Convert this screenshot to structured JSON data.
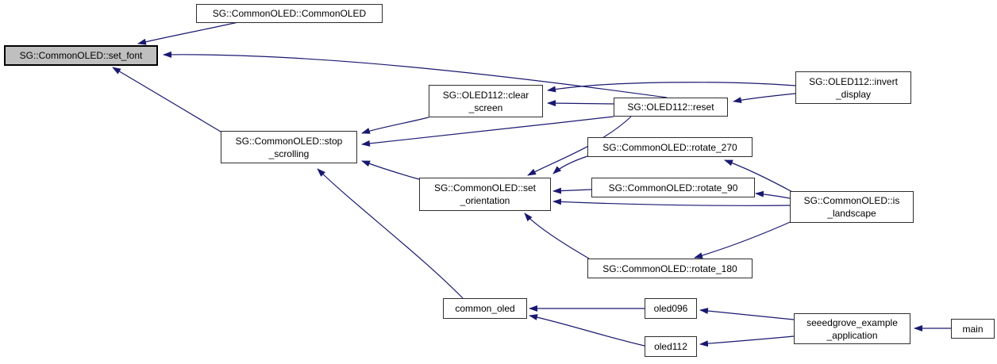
{
  "diagram": {
    "type": "caller-graph",
    "edge_color": "#191970",
    "node_fill": "#ffffff",
    "node_border": "#2e2e2e",
    "highlight_fill": "#bfbfbf",
    "nodes": [
      {
        "id": "set_font",
        "label": "SG::CommonOLED::set_font",
        "lines": [
          "SG::CommonOLED::set_font"
        ],
        "highlighted": true
      },
      {
        "id": "common_oled_ctor",
        "label": "SG::CommonOLED::CommonOLED",
        "lines": [
          "SG::CommonOLED::CommonOLED"
        ]
      },
      {
        "id": "clear_screen",
        "label": "SG::OLED112::clear_screen",
        "lines": [
          "SG::OLED112::clear",
          "_screen"
        ]
      },
      {
        "id": "reset",
        "label": "SG::OLED112::reset",
        "lines": [
          "SG::OLED112::reset"
        ]
      },
      {
        "id": "invert_display",
        "label": "SG::OLED112::invert_display",
        "lines": [
          "SG::OLED112::invert",
          "_display"
        ]
      },
      {
        "id": "stop_scrolling",
        "label": "SG::CommonOLED::stop_scrolling",
        "lines": [
          "SG::CommonOLED::stop",
          "_scrolling"
        ]
      },
      {
        "id": "set_orientation",
        "label": "SG::CommonOLED::set_orientation",
        "lines": [
          "SG::CommonOLED::set",
          "_orientation"
        ]
      },
      {
        "id": "rotate_270",
        "label": "SG::CommonOLED::rotate_270",
        "lines": [
          "SG::CommonOLED::rotate_270"
        ]
      },
      {
        "id": "rotate_90",
        "label": "SG::CommonOLED::rotate_90",
        "lines": [
          "SG::CommonOLED::rotate_90"
        ]
      },
      {
        "id": "is_landscape",
        "label": "SG::CommonOLED::is_landscape",
        "lines": [
          "SG::CommonOLED::is",
          "_landscape"
        ]
      },
      {
        "id": "rotate_180",
        "label": "SG::CommonOLED::rotate_180",
        "lines": [
          "SG::CommonOLED::rotate_180"
        ]
      },
      {
        "id": "common_oled",
        "label": "common_oled",
        "lines": [
          "common_oled"
        ]
      },
      {
        "id": "oled096",
        "label": "oled096",
        "lines": [
          "oled096"
        ]
      },
      {
        "id": "oled112",
        "label": "oled112",
        "lines": [
          "oled112"
        ]
      },
      {
        "id": "seeedgrove_example_application",
        "label": "seeedgrove_example_application",
        "lines": [
          "seeedgrove_example",
          "_application"
        ]
      },
      {
        "id": "main",
        "label": "main",
        "lines": [
          "main"
        ]
      }
    ],
    "edges": [
      {
        "from": "common_oled_ctor",
        "to": "set_font"
      },
      {
        "from": "reset",
        "to": "set_font"
      },
      {
        "from": "stop_scrolling",
        "to": "set_font"
      },
      {
        "from": "invert_display",
        "to": "clear_screen"
      },
      {
        "from": "reset",
        "to": "clear_screen"
      },
      {
        "from": "invert_display",
        "to": "reset"
      },
      {
        "from": "clear_screen",
        "to": "stop_scrolling"
      },
      {
        "from": "reset",
        "to": "stop_scrolling"
      },
      {
        "from": "set_orientation",
        "to": "stop_scrolling"
      },
      {
        "from": "common_oled",
        "to": "stop_scrolling"
      },
      {
        "from": "reset",
        "to": "set_orientation"
      },
      {
        "from": "rotate_270",
        "to": "set_orientation"
      },
      {
        "from": "rotate_90",
        "to": "set_orientation"
      },
      {
        "from": "rotate_180",
        "to": "set_orientation"
      },
      {
        "from": "is_landscape",
        "to": "set_orientation"
      },
      {
        "from": "is_landscape",
        "to": "rotate_270"
      },
      {
        "from": "is_landscape",
        "to": "rotate_90"
      },
      {
        "from": "is_landscape",
        "to": "rotate_180"
      },
      {
        "from": "oled096",
        "to": "common_oled"
      },
      {
        "from": "oled112",
        "to": "common_oled"
      },
      {
        "from": "seeedgrove_example_application",
        "to": "oled096"
      },
      {
        "from": "seeedgrove_example_application",
        "to": "oled112"
      },
      {
        "from": "main",
        "to": "seeedgrove_example_application"
      }
    ]
  }
}
